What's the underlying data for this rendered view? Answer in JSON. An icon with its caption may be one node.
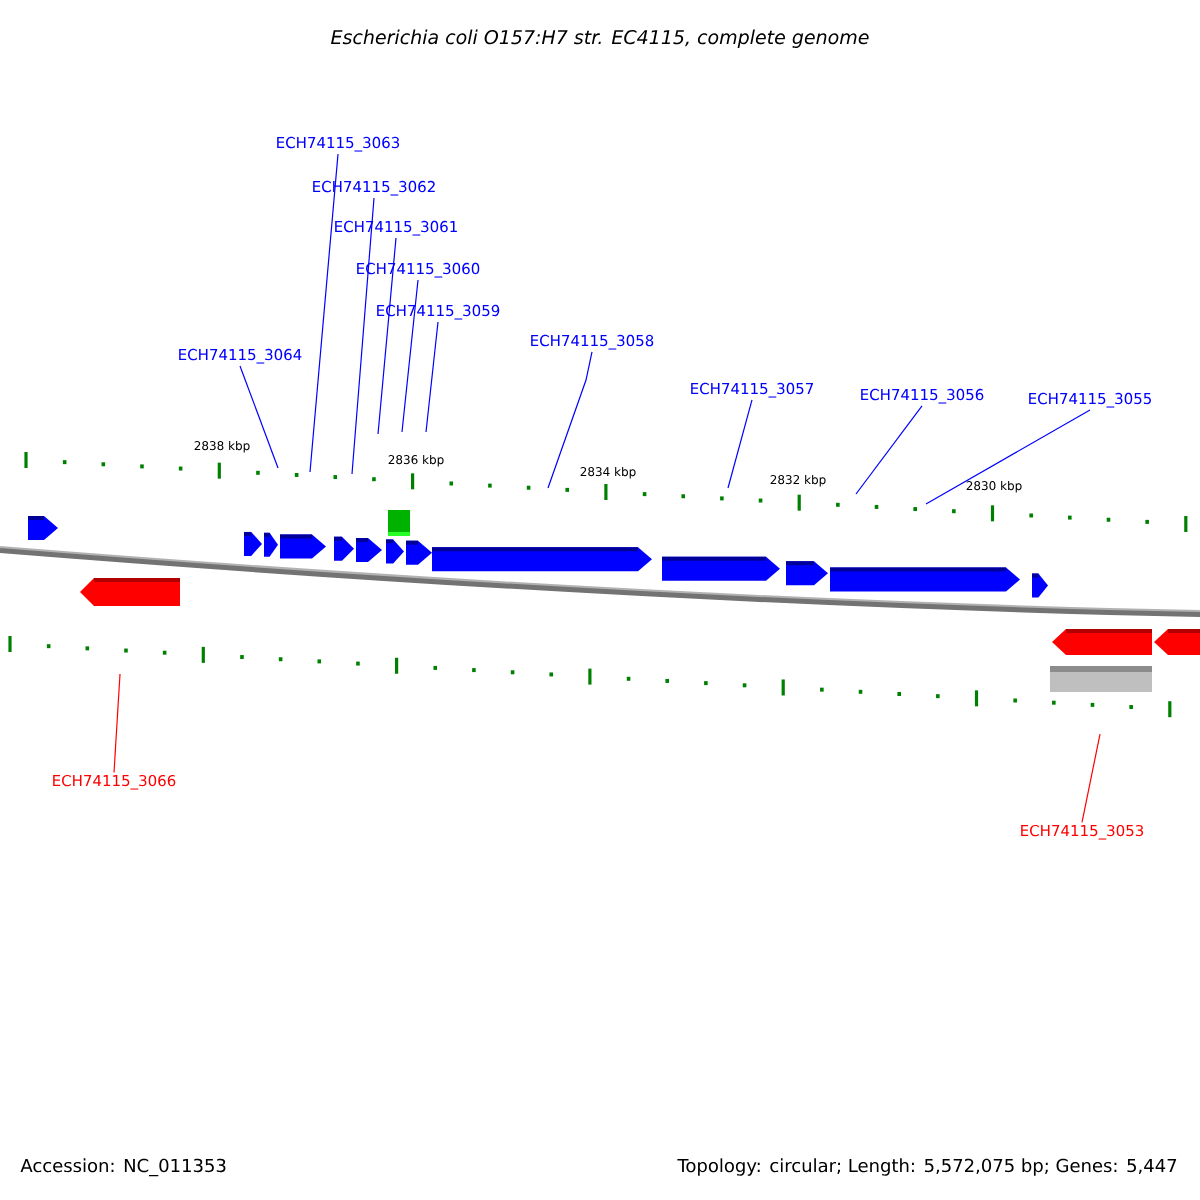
{
  "diagram": {
    "title": "Escherichia coli O157:H7 str. EC4115, complete genome",
    "nodes": [
      {
        "text": [
          "ECH74115_3063"
        ]
      },
      {
        "text": [
          "ECH74115_3062"
        ]
      },
      {
        "text": [
          "ECH74115_3061"
        ]
      },
      {
        "text": [
          "ECH74115_3060"
        ]
      },
      {
        "text": [
          "ECH74115_3059"
        ]
      },
      {
        "text": [
          "ECH74115_3064"
        ]
      },
      {
        "text": [
          "ECH74115_3058"
        ]
      },
      {
        "text": [
          "ECH74115_3057"
        ]
      },
      {
        "text": [
          "ECH74115_3056"
        ]
      },
      {
        "text": [
          "ECH74115_3055"
        ]
      },
      {
        "text": [
          "ECH74115_3066"
        ]
      },
      {
        "text": [
          "ECH74115_3053"
        ]
      }
    ],
    "edges": [
      {
        "from": 0,
        "to": null,
        "arrow": "none"
      },
      {
        "from": 1,
        "to": null,
        "arrow": "none"
      },
      {
        "from": 2,
        "to": null,
        "arrow": "none"
      },
      {
        "from": 3,
        "to": null,
        "arrow": "none"
      },
      {
        "from": 4,
        "to": null,
        "arrow": "none"
      },
      {
        "from": 5,
        "to": null,
        "arrow": "none"
      },
      {
        "from": 6,
        "to": null,
        "arrow": "none"
      },
      {
        "from": 7,
        "to": null,
        "arrow": "none"
      },
      {
        "from": 8,
        "to": null,
        "arrow": "none"
      },
      {
        "from": 9,
        "to": null,
        "arrow": "none"
      },
      {
        "from": 10,
        "to": null,
        "arrow": "none",
        "color": "#ff0000"
      },
      {
        "from": 11,
        "to": null,
        "arrow": "none",
        "color": "#ff0000"
      }
    ],
    "labels": [
      "2838 kbp",
      "2836 kbp",
      "2834 kbp",
      "2832 kbp",
      "2830 kbp",
      "Accession: NC_011353",
      "Topology: circular; Length: 5,572,075 bp; Genes: 5,447"
    ]
  }
}
